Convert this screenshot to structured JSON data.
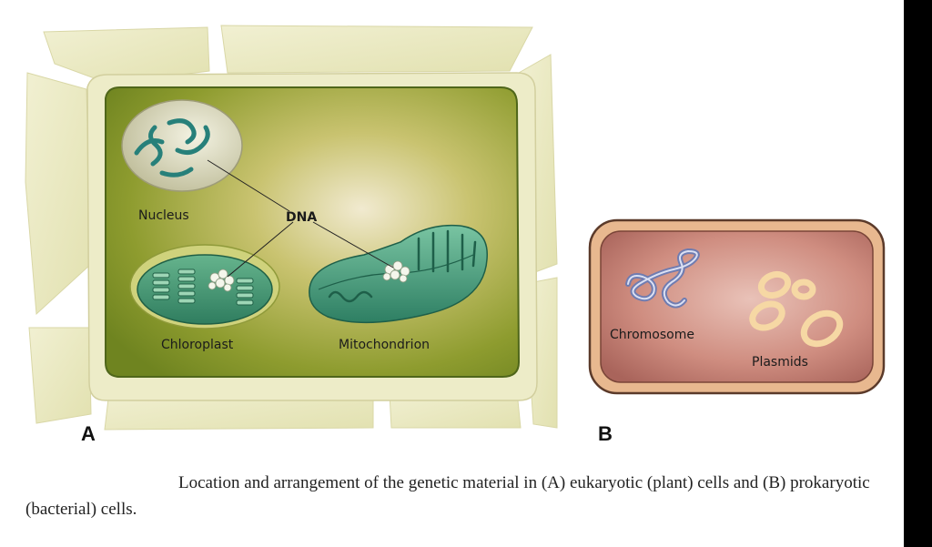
{
  "panel_a": {
    "letter": "A",
    "labels": {
      "nucleus": "Nucleus",
      "dna": "DNA",
      "chloroplast": "Chloroplast",
      "mitochondrion": "Mitochondrion"
    }
  },
  "panel_b": {
    "letter": "B",
    "labels": {
      "chromosome": "Chromosome",
      "plasmids": "Plasmids"
    }
  },
  "caption": "Location and arrangement of the genetic material in (A) eukaryotic (plant) cells and (B) prokaryotic (bacterial) cells.",
  "colors": {
    "cell_wall": "#ecebc6",
    "cytoplasm": "#8b9a2c",
    "nucleus": "#d2d0ad",
    "dna_strand": "#27807a",
    "chloroplast": "#2f8e6f",
    "mitochondrion": "#3b9a80",
    "bacterium": "#c88478",
    "plasmid": "#f6d8a4"
  }
}
